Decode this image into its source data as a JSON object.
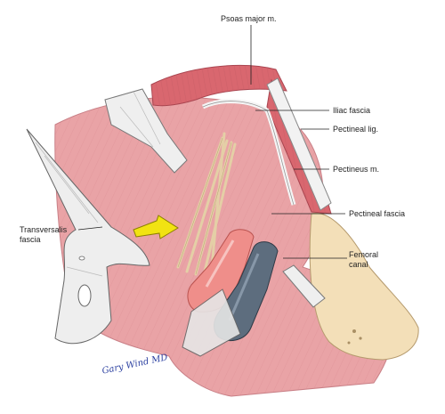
{
  "labels": {
    "psoas": "Psoas major m.",
    "iliac_fascia": "Iliac fascia",
    "pectineal_lig": "Pectineal lig.",
    "pectineus": "Pectineus m.",
    "pectineal_fascia": "Pectineal fascia",
    "femoral_canal_1": "Femoral",
    "femoral_canal_2": "canal",
    "transversalis_1": "Transversalis",
    "transversalis_2": "fascia"
  },
  "signature": "Gary Wind MD",
  "colors": {
    "muscle": "#e9a3a6",
    "muscle_dark": "#d9767c",
    "artery": "#ef8e8a",
    "vein": "#5d6d7e",
    "bone": "#f3dfb8",
    "fascia": "#ececec",
    "arrow": "#f1e312",
    "signature": "#2a3fa0"
  }
}
